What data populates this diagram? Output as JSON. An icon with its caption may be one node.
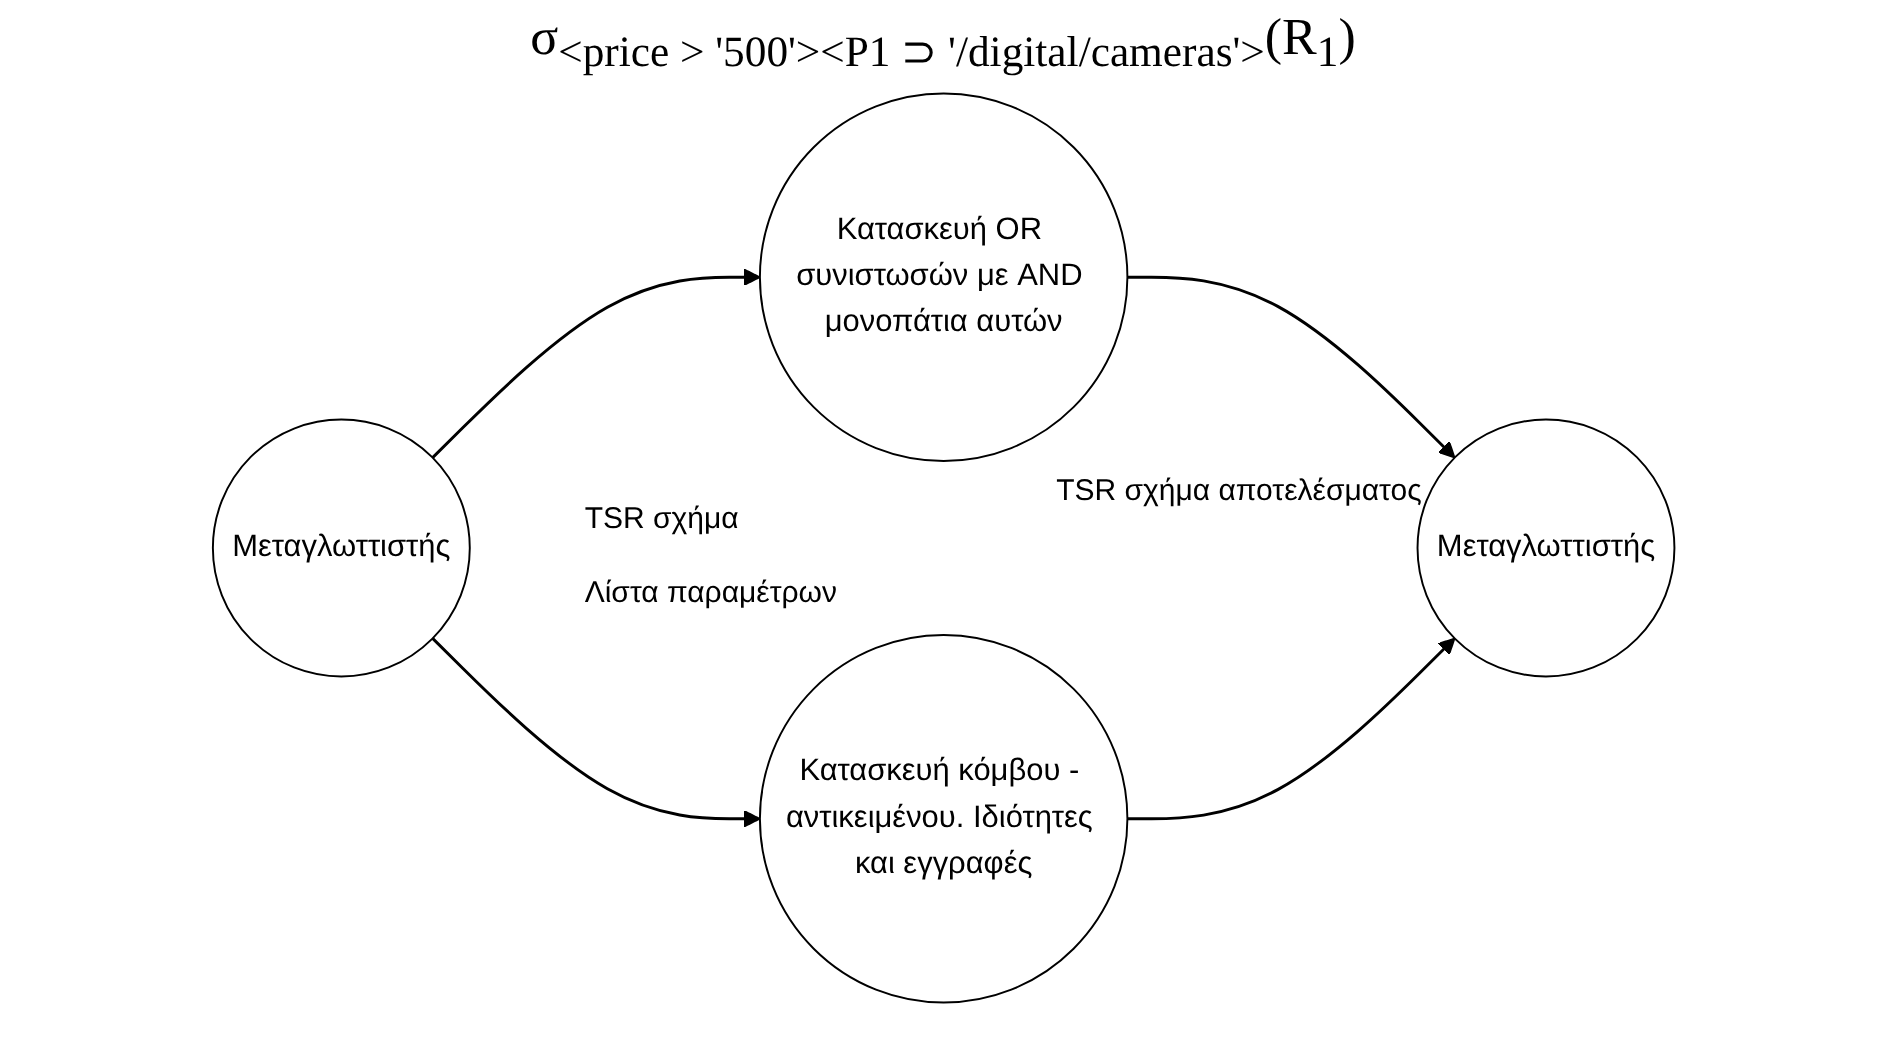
{
  "diagram": {
    "title": "σ$_{<price > '500'><P1 ⊃ '/digital/cameras'>}$(R$_{1}$)",
    "nodes": [
      {
        "text": [
          "Μεταγλωττιστής"
        ]
      },
      {
        "text": [
          "Κατασκευή OR συνιστωσών με AND μονοπάτια αυτών"
        ]
      },
      {
        "text": [
          "Κατασκευή κόμβου - αντικειμένου. Ιδιότητες και εγγραφές"
        ]
      },
      {
        "text": [
          "Μεταγλωττιστής"
        ]
      }
    ],
    "edges": [
      {
        "from": 0,
        "to": 1,
        "arrow": "to"
      },
      {
        "from": 0,
        "to": 2,
        "arrow": "to"
      },
      {
        "from": 1,
        "to": 3,
        "arrow": "to"
      },
      {
        "from": 2,
        "to": 3,
        "arrow": "to"
      }
    ],
    "labels": [
      "TSR σχήμα",
      "Λίστα παραμέτρων",
      "TSR σχήμα αποτελέσματος"
    ]
  }
}
